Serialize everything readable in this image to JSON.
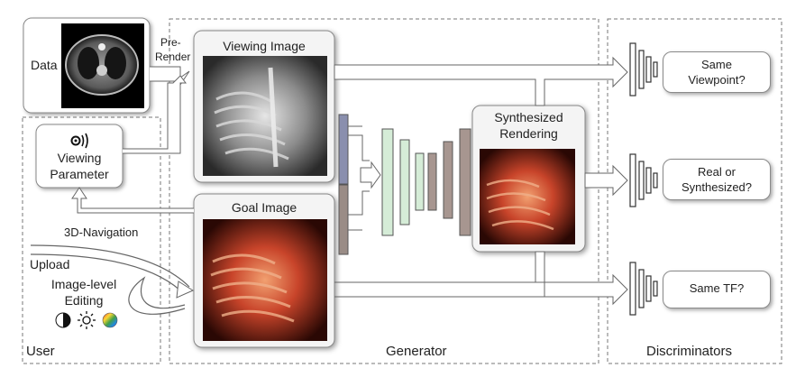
{
  "sections": {
    "user": "User",
    "generator": "Generator",
    "discriminators": "Discriminators"
  },
  "data_box": {
    "label": "Data"
  },
  "pre_render": {
    "line1": "Pre-",
    "line2": "Render"
  },
  "viewing_parameter": {
    "line1": "Viewing",
    "line2": "Parameter",
    "icon": "eye-icon"
  },
  "viewing_image": {
    "title": "Viewing Image"
  },
  "goal_image": {
    "title": "Goal Image"
  },
  "synthesized": {
    "line1": "Synthesized",
    "line2": "Rendering"
  },
  "navigation": {
    "label": "3D-Navigation"
  },
  "upload": {
    "label": "Upload"
  },
  "editing": {
    "line1": "Image-level",
    "line2": "Editing",
    "icons": [
      "contrast-icon",
      "brightness-icon",
      "color-wheel-icon"
    ]
  },
  "disc_outputs": [
    {
      "line1": "Same",
      "line2": "Viewpoint?"
    },
    {
      "line1": "Real or",
      "line2": "Synthesized?"
    },
    {
      "line1": "Same TF?",
      "line2": ""
    }
  ],
  "colors": {
    "encoder": "#8a8fae",
    "encoder_lower": "#9a8c86",
    "decoder_green": "#d5ecd7",
    "decoder_brown": "#a79690",
    "box_fill": "#f6f6f6",
    "outline": "#555555"
  }
}
